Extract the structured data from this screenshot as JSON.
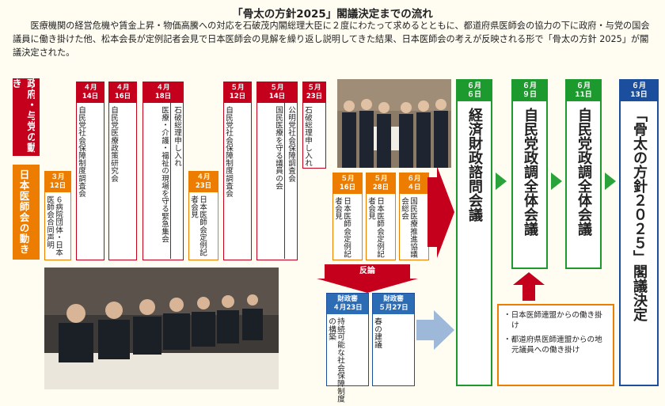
{
  "title": "「骨太の方針2025」閣議決定までの流れ",
  "intro": "医療機関の経営危機や賃金上昇・物価高騰への対応を石破茂内閣総理大臣に２度にわたって求めるとともに、都道府県医師会の協力の下に政府・与党の国会議員に働き掛けた他、松本会長が定例記者会見で日本医師会の見解を繰り返し説明してきた結果、日本医師会の考えが反映される形で「骨太の方針 2025」が閣議決定された。",
  "lanes": {
    "government": "政府・与党の動き",
    "med_assoc": "日本医師会の動き"
  },
  "gov_events": [
    {
      "date": "４月\n14日",
      "text": "自民党社会保障制度調査会"
    },
    {
      "date": "４月\n16日",
      "text": "自民党医療政策研究会"
    },
    {
      "date": "４月\n18日",
      "text": "医療・介護・福祉の現場を守る緊急集会"
    },
    {
      "date": "",
      "text": "石破総理申し入れ"
    },
    {
      "date": "５月\n12日",
      "text": "自民党社会保障制度調査会"
    },
    {
      "date": "５月\n14日",
      "text": "公明党社会保障調査会"
    },
    {
      "date": "",
      "text": "国民医療を守る議員の会"
    },
    {
      "date": "５月\n23日",
      "text": "石破総理申し入れ"
    }
  ],
  "med_events": [
    {
      "date": "３月\n12日",
      "text": "６病院団体・日本医師会合同声明"
    },
    {
      "date": "４月\n23日",
      "text": "日本医師会定例記者会見"
    },
    {
      "date": "５月\n16日",
      "text": "日本医師会定例記者会見"
    },
    {
      "date": "５月\n28日",
      "text": "日本医師会定例記者会見"
    },
    {
      "date": "６月\n４日",
      "text": "国民医療推進協議会総会"
    }
  ],
  "milestones": [
    {
      "date": "６月\n６日",
      "text": "経済財政諮問会議"
    },
    {
      "date": "６月\n９日",
      "text": "自民党政調全体会議"
    },
    {
      "date": "６月\n11日",
      "text": "自民党政調全体会議"
    },
    {
      "date": "６月\n13日",
      "text": "「骨太の方針２０２５」閣議決定"
    }
  ],
  "hanron": "反論",
  "zaisei": [
    {
      "date": "財政審\n４月23日",
      "text": "持続可能な社会保障制度の構築"
    },
    {
      "date": "財政審\n５月27日",
      "text": "春の建議"
    }
  ],
  "notes": [
    "・日本医師連盟からの働き掛け",
    "・都道府県医師連盟からの地元議員への働き掛け"
  ],
  "colors": {
    "gov": "#c4001d",
    "med": "#ec7d00",
    "milestone": "#1d9a2d",
    "final": "#1c4e9e",
    "zaisei": "#2b6cb4"
  }
}
